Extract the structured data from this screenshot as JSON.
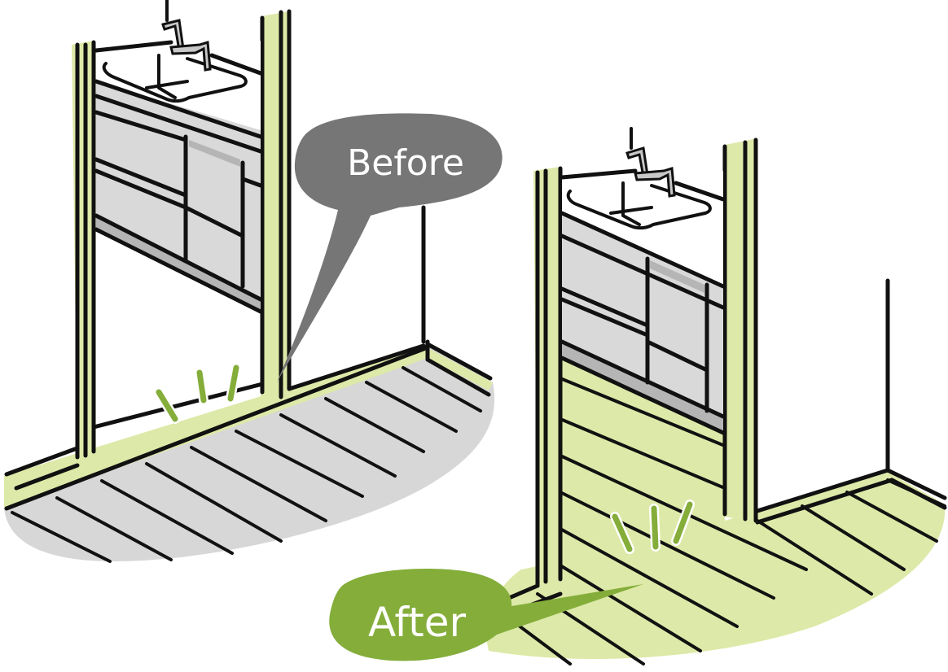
{
  "illustration": {
    "subject": "Washroom floor renovation comparison",
    "panels": [
      {
        "id": "before",
        "label": "Before",
        "floor_state": "grey flooring, green baseboard and door frame"
      },
      {
        "id": "after",
        "label": "After",
        "floor_state": "green flooring continuing under the vanity cabinet"
      }
    ]
  },
  "labels": {
    "before": "Before",
    "after": "After"
  },
  "colors": {
    "frame_green": "#dde9a8",
    "accent_green": "#84ad3a",
    "before_floor": "#d7d7d7",
    "cabinet_grey": "#d9d9d9",
    "cabinet_trim": "#b5b5b5",
    "faucet_grey": "#c8c8c8",
    "before_bubble": "#767676",
    "after_bubble": "#84ad3a",
    "ink": "#111111"
  }
}
